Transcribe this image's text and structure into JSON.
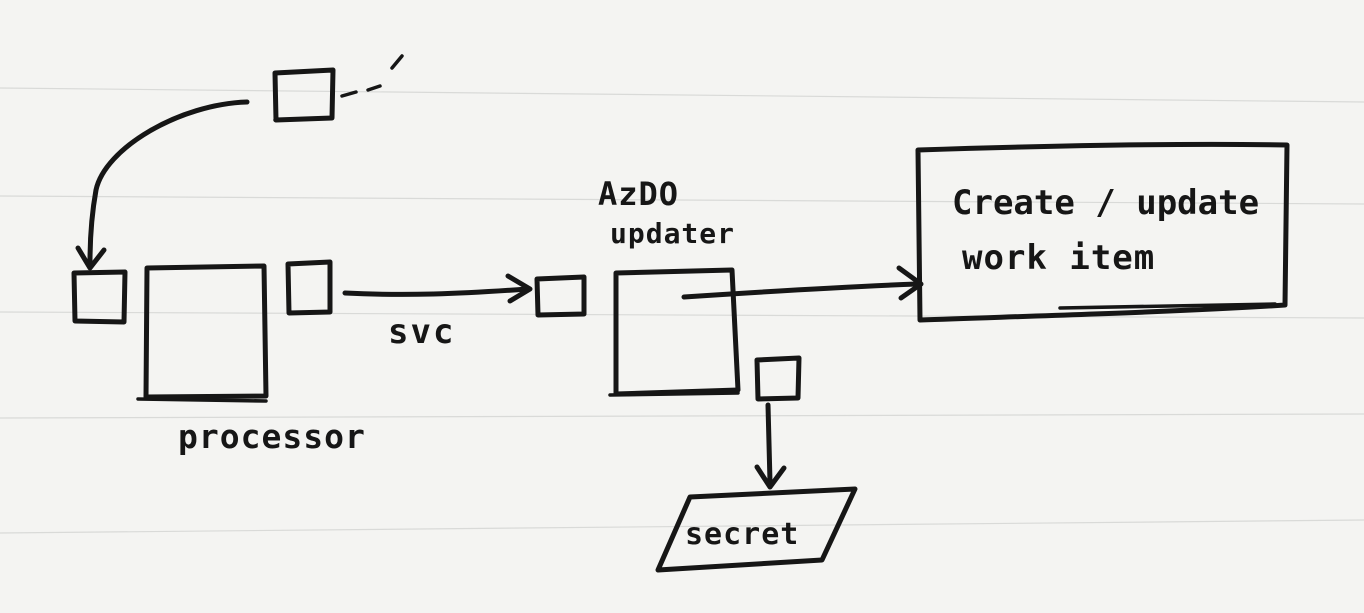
{
  "labels": {
    "svc": "svc",
    "processor": "processor",
    "azdo_line1": "AzDO",
    "azdo_line2": "updater",
    "work_item_line1": "Create / update",
    "work_item_line2": "work item",
    "secret": "secret"
  },
  "colors": {
    "paper": "#f4f4f2",
    "ink": "#161616",
    "rule": "#d9dad8"
  }
}
